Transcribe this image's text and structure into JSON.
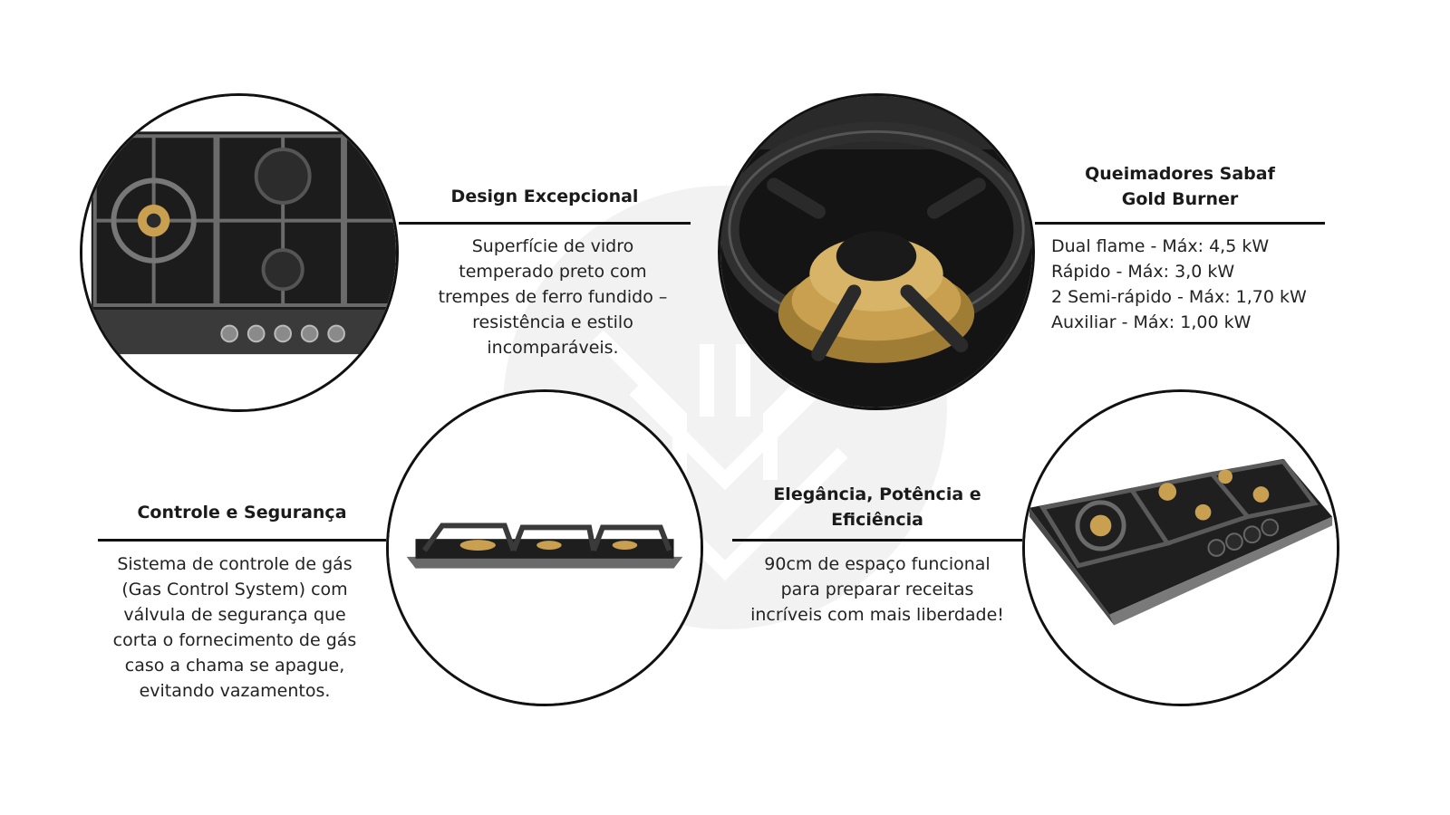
{
  "colors": {
    "ink": "#111111",
    "brass": "#c9a050",
    "glass": "#1b1b1b",
    "watermark": "#f1f1f1"
  },
  "sections": {
    "design": {
      "title": "Design Excepcional",
      "lines": [
        "Superfície de vidro",
        "temperado preto com",
        "trempes de ferro fundido –",
        "resistência e estilo",
        "incomparáveis."
      ]
    },
    "burners": {
      "title_lines": [
        "Queimadores Sabaf",
        "Gold Burner"
      ],
      "lines": [
        "Dual flame - Máx: 4,5 kW",
        "Rápido - Máx: 3,0 kW",
        "2 Semi-rápido - Máx: 1,70 kW",
        "Auxiliar - Máx: 1,00 kW"
      ]
    },
    "control": {
      "title": "Controle e Segurança",
      "lines": [
        "Sistema de controle de gás",
        "(Gas Control System) com",
        "válvula de segurança que",
        "corta o fornecimento de gás",
        "caso a chama se apague,",
        "evitando vazamentos."
      ]
    },
    "elegance": {
      "title_lines": [
        "Elegância, Potência e",
        "Eficiência"
      ],
      "lines": [
        "90cm de espaço funcional",
        "para preparar receitas",
        "incríveis com mais liberdade!"
      ]
    }
  },
  "images": {
    "top_left": "cooktop-top-view-photo",
    "top_right": "wok-burner-closeup-photo",
    "bottom_center": "cooktop-side-view-photo",
    "bottom_right": "cooktop-angled-view-photo"
  }
}
